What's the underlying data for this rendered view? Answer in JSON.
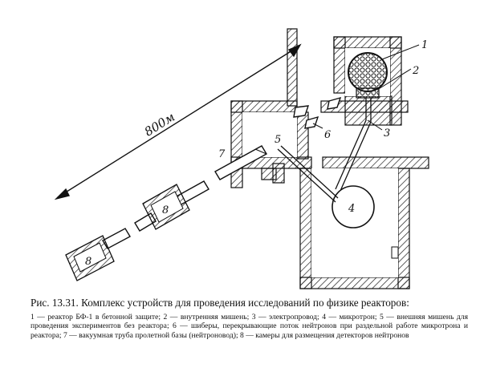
{
  "figure": {
    "distance_label": "800м",
    "labels": [
      "1",
      "2",
      "3",
      "4",
      "5",
      "6",
      "7",
      "8",
      "8"
    ]
  },
  "caption": {
    "figure_number": "Рис. 13.31.",
    "title": "Комплекс устройств для проведения исследований по физике реакторов:",
    "legend": "1 — реактор БФ-1 в бетонной защите; 2 — внутренняя мишень; 3 — электропровод; 4 — микротрон; 5 — внешняя мишень для проведения экспериментов без реактора; 6 — шиберы, перекрывающие поток нейтронов при раздельной работе микротрона и реактора; 7 — вакуумная труба пролетной базы (нейтроновод); 8 — камеры для размещения детекторов нейтронов"
  }
}
